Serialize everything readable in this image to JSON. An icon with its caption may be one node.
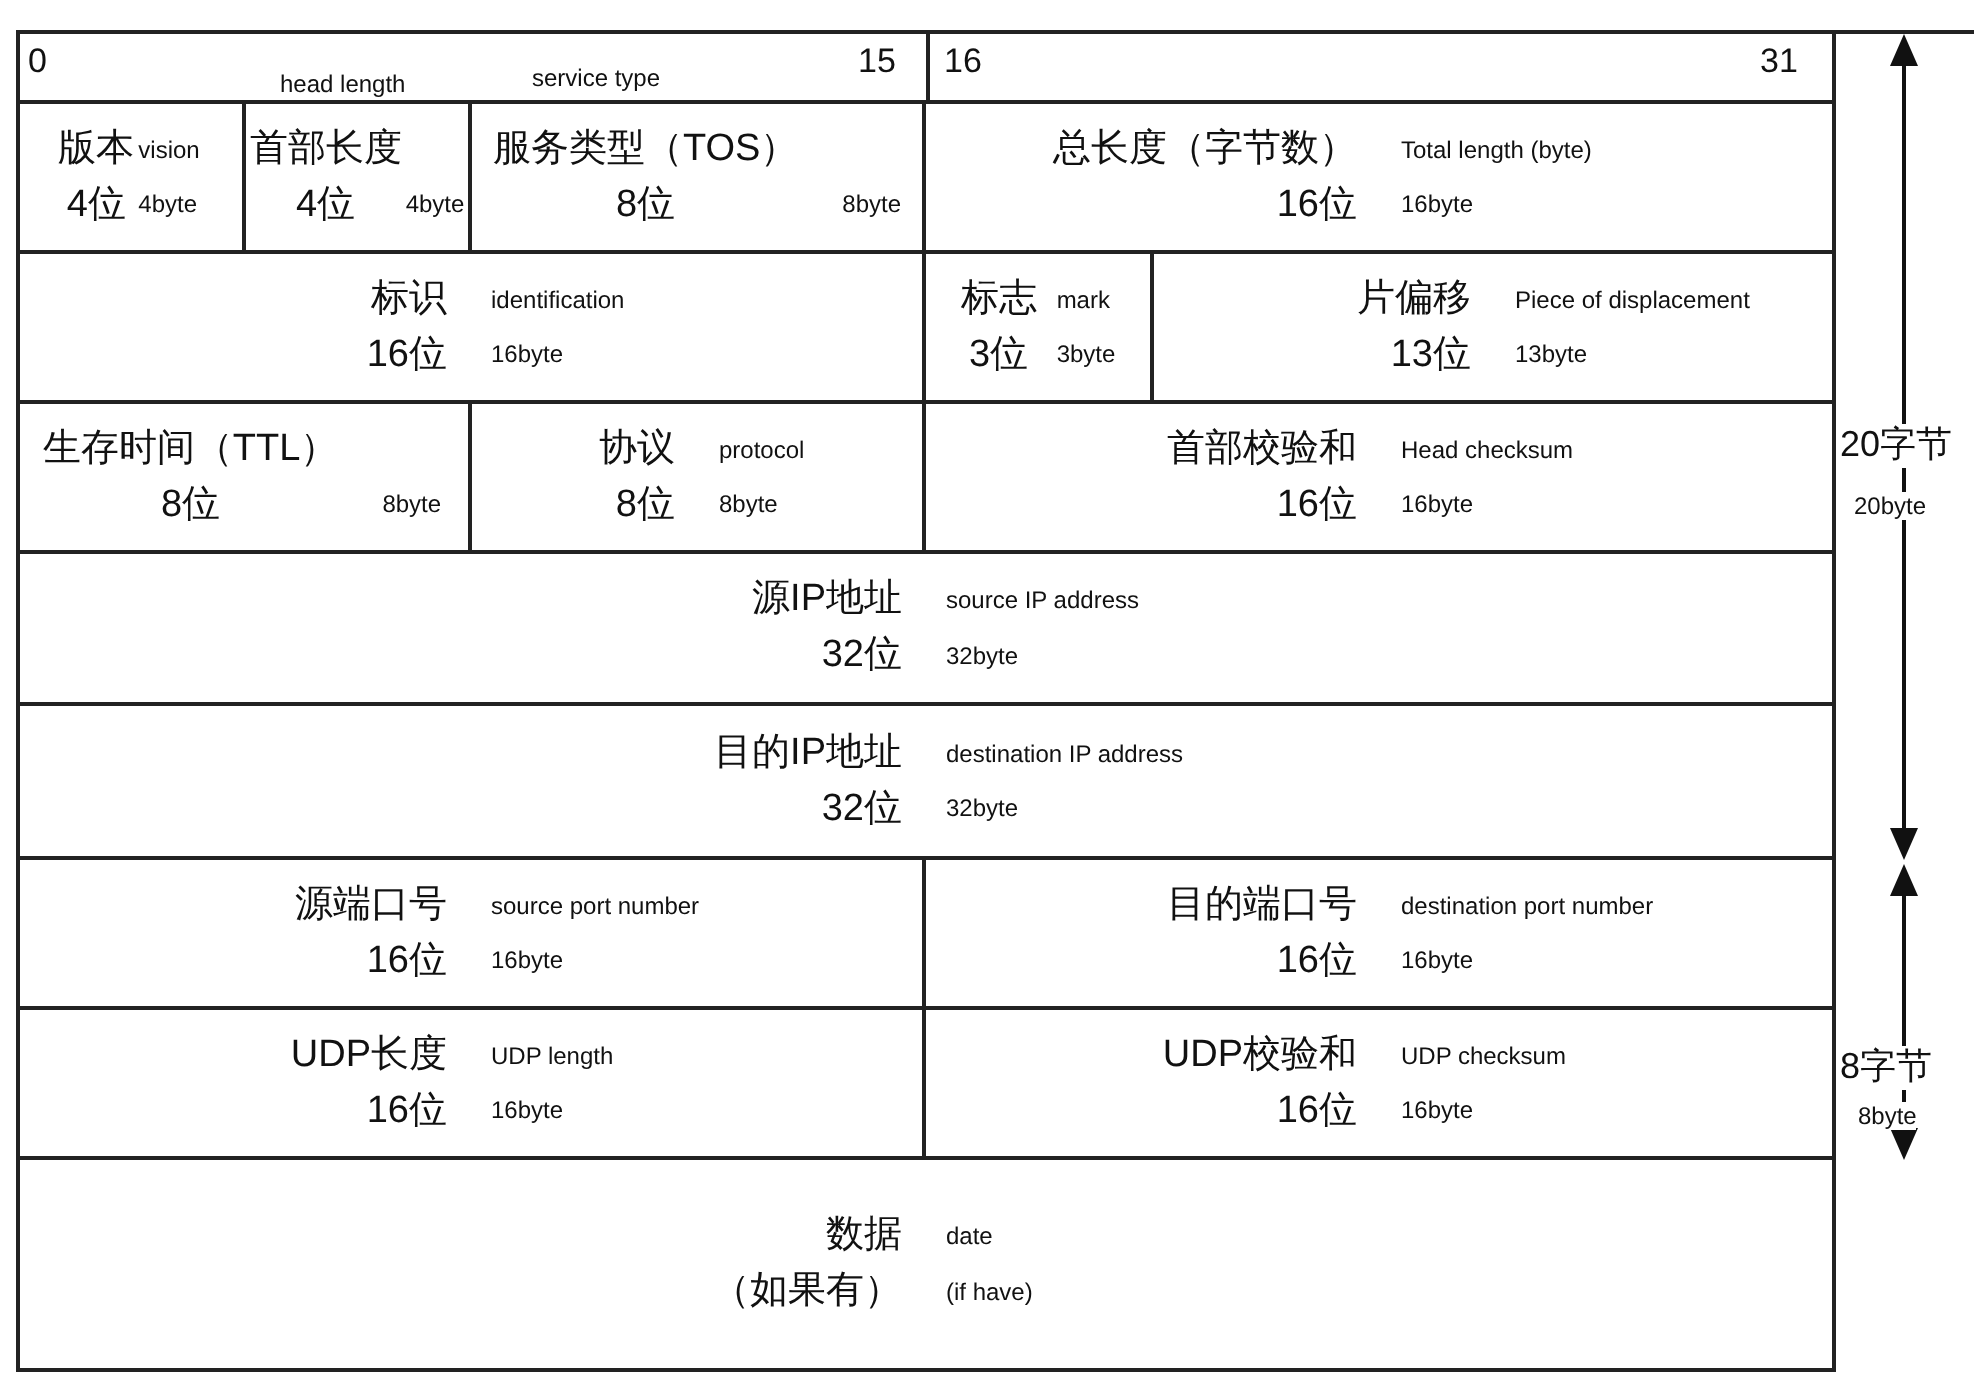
{
  "diagram": {
    "nodes": [
      {
        "text": [
          "版本",
          "vision",
          "4位",
          "4byte"
        ]
      },
      {
        "text": [
          "首部长度",
          "4位",
          "4byte"
        ]
      },
      {
        "text": [
          "服务类型（TOS）",
          "8位",
          "8byte"
        ]
      },
      {
        "text": [
          "总长度（字节数）",
          "Total length (byte)",
          "16位",
          "16byte"
        ]
      },
      {
        "text": [
          "标识",
          "identification",
          "16位",
          "16byte"
        ]
      },
      {
        "text": [
          "标志",
          "mark",
          "3位",
          "3byte"
        ]
      },
      {
        "text": [
          "片偏移",
          "Piece of displacement",
          "13位",
          "13byte"
        ]
      },
      {
        "text": [
          "生存时间（TTL）",
          "8位",
          "8byte"
        ]
      },
      {
        "text": [
          "协议",
          "protocol",
          "8位",
          "8byte"
        ]
      },
      {
        "text": [
          "首部校验和",
          "Head checksum",
          "16位",
          "16byte"
        ]
      },
      {
        "text": [
          "源IP地址",
          "source IP address",
          "32位",
          "32byte"
        ]
      },
      {
        "text": [
          "目的IP地址",
          "destination IP address",
          "32位",
          "32byte"
        ]
      },
      {
        "text": [
          "源端口号",
          "source port number",
          "16位",
          "16byte"
        ]
      },
      {
        "text": [
          "目的端口号",
          "destination port number",
          "16位",
          "16byte"
        ]
      },
      {
        "text": [
          "UDP长度",
          "UDP length",
          "16位",
          "16byte"
        ]
      },
      {
        "text": [
          "UDP校验和",
          "UDP checksum",
          "16位",
          "16byte"
        ]
      },
      {
        "text": [
          "数据",
          "date",
          "（如果有）",
          "(if have)"
        ]
      }
    ],
    "labels": [
      "0",
      "head length",
      "service type",
      "15",
      "16",
      "31",
      "20字节",
      "20byte",
      "8字节",
      "8byte"
    ]
  }
}
